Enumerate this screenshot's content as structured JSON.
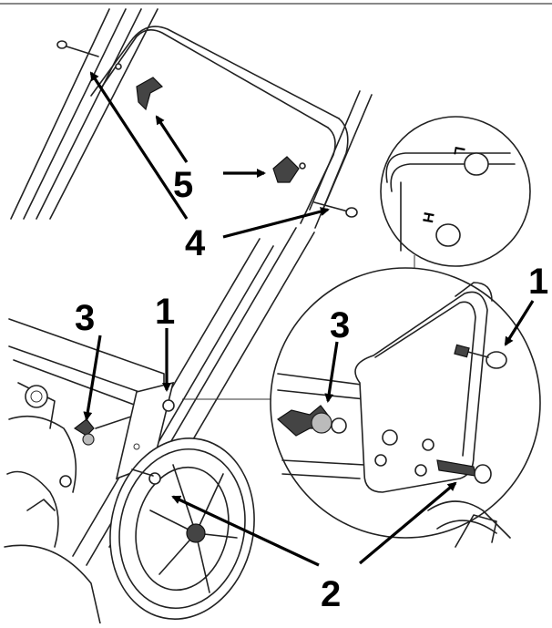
{
  "callouts": {
    "label_1_main": "1",
    "label_1_detail": "1",
    "label_2": "2",
    "label_3_main": "3",
    "label_3_detail": "3",
    "label_4": "4",
    "label_5": "5",
    "inset_mark_h": "H",
    "inset_mark_l": "L"
  }
}
